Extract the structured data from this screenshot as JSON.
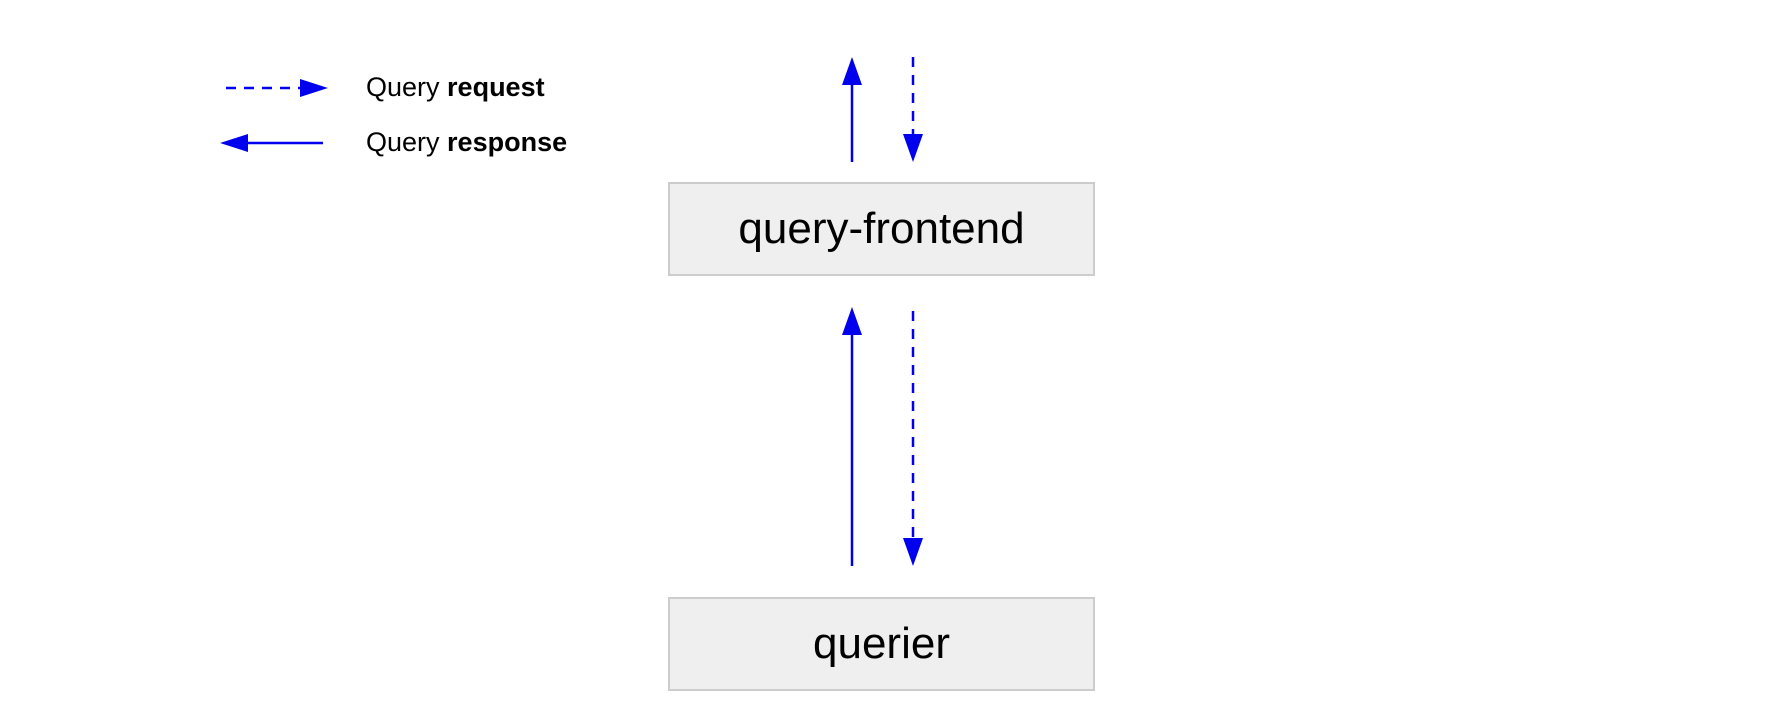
{
  "legend": {
    "request": {
      "prefix": "Query",
      "emphasis": "request"
    },
    "response": {
      "prefix": "Query",
      "emphasis": "response"
    }
  },
  "nodes": {
    "frontend": "query-frontend",
    "querier": "querier"
  },
  "colors": {
    "arrow": "#0000ee",
    "node_fill": "#efefef",
    "node_border": "#cccccc"
  },
  "icons": {
    "request_arrow": "dashed-arrow-icon",
    "response_arrow": "solid-arrow-icon"
  }
}
